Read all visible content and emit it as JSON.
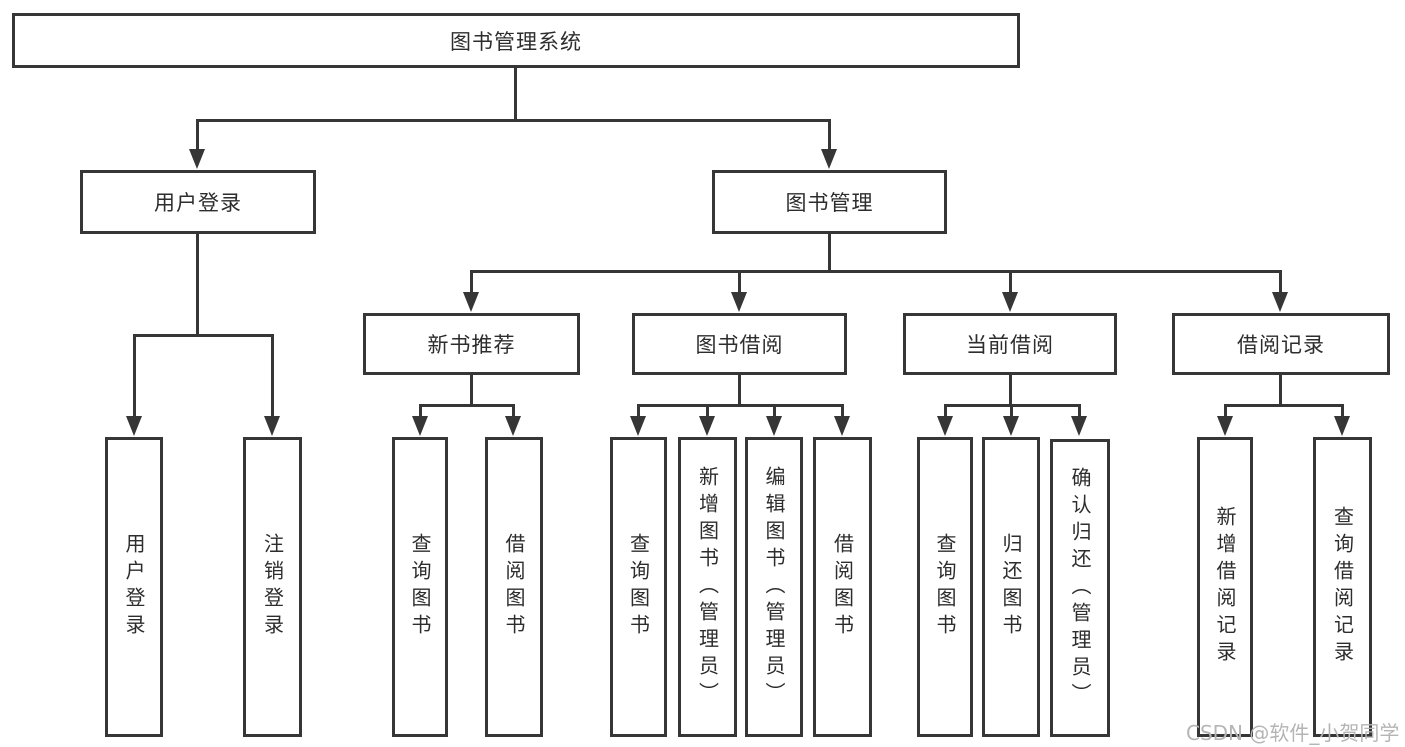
{
  "diagram_title": "图书管理系统",
  "tree": {
    "label": "图书管理系统",
    "children": [
      {
        "label": "用户登录",
        "children": [
          {
            "label": "用户登录"
          },
          {
            "label": "注销登录"
          }
        ]
      },
      {
        "label": "图书管理",
        "children": [
          {
            "label": "新书推荐",
            "children": [
              {
                "label": "查询图书"
              },
              {
                "label": "借阅图书"
              }
            ]
          },
          {
            "label": "图书借阅",
            "children": [
              {
                "label": "查询图书"
              },
              {
                "label": "新增图书（管理员）"
              },
              {
                "label": "编辑图书（管理员）"
              },
              {
                "label": "借阅图书"
              }
            ]
          },
          {
            "label": "当前借阅",
            "children": [
              {
                "label": "查询图书"
              },
              {
                "label": "归还图书"
              },
              {
                "label": "确认归还（管理员）"
              }
            ]
          },
          {
            "label": "借阅记录",
            "children": [
              {
                "label": "新增借阅记录"
              },
              {
                "label": "查询借阅记录"
              }
            ]
          }
        ]
      }
    ]
  },
  "watermark": {
    "text": "CSDN @软件_小贺同学"
  },
  "colors": {
    "line": "#363636",
    "text": "#2d2d2d",
    "watermark": "#b5b5b5",
    "bg": "#ffffff"
  }
}
